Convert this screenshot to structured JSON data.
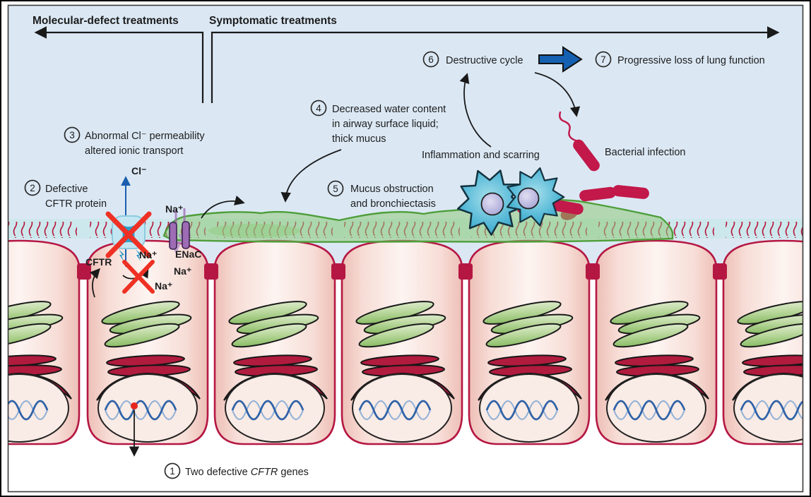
{
  "header": {
    "left": "Molecular-defect treatments",
    "right": "Symptomatic treatments"
  },
  "steps": {
    "s1": {
      "num": "1",
      "pre": "Two defective ",
      "gene": "CFTR",
      "post": " genes"
    },
    "s2": {
      "num": "2",
      "line1": "Defective",
      "line2": "CFTR protein"
    },
    "s3": {
      "num": "3",
      "line1": "Abnormal Cl⁻ permeability",
      "line2": "altered ionic transport"
    },
    "s4": {
      "num": "4",
      "line1": "Decreased water content",
      "line2": "in airway surface liquid;",
      "line3": "thick mucus"
    },
    "s5": {
      "num": "5",
      "line1": "Mucus obstruction",
      "line2": "and bronchiectasis"
    },
    "s6": {
      "num": "6",
      "label": "Destructive cycle"
    },
    "s7": {
      "num": "7",
      "label": "Progressive loss of lung function"
    }
  },
  "labels": {
    "inflammation": "Inflammation and scarring",
    "bacterial": "Bacterial infection",
    "cftr": "CFTR",
    "enac": "ENaC",
    "cl": "Cl⁻",
    "na": "Na⁺"
  },
  "colors": {
    "background": "#dbe8f4",
    "periciliary": "#cde8ec",
    "cell_border": "#b51743",
    "mucus": "#8fc97a",
    "mucus_stroke": "#4e9e3a",
    "bacteria": "#c2184a",
    "immune_cell": "#45b0d5",
    "block_arrow": "#1560b0",
    "ion_arrow_blue": "#1a5fae",
    "enac_purple": "#9d6cb4",
    "x_red": "#ee3124",
    "dna_blue": "#2f62a8"
  }
}
